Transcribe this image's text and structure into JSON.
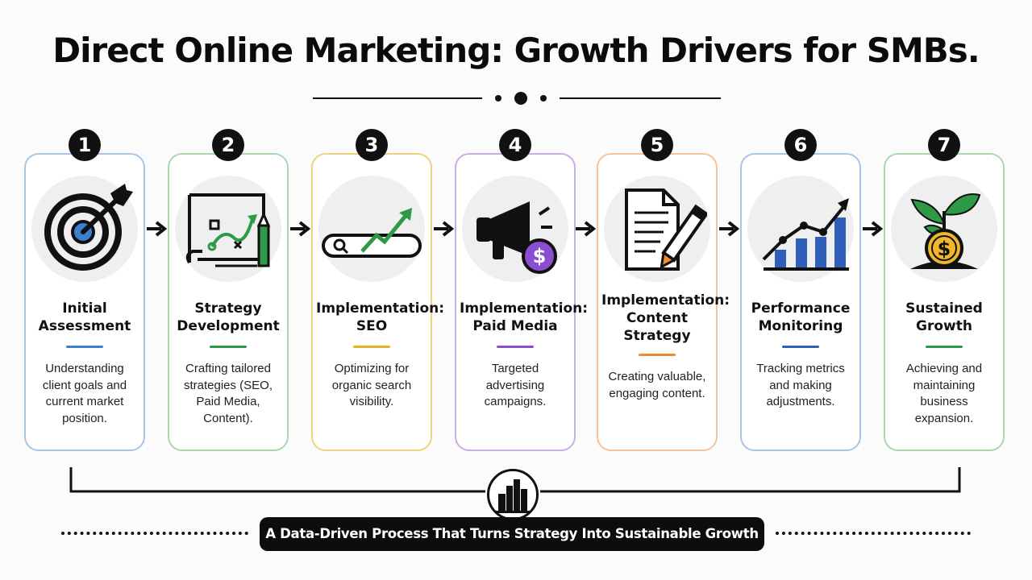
{
  "title": "Direct Online Marketing: Growth Drivers for SMBs.",
  "steps": [
    {
      "number": "1",
      "title": "Initial Assessment",
      "description": "Understanding client goals and current market position.",
      "color": "#a9c4e6",
      "accent": "#3f7fd0",
      "icon": "target-icon"
    },
    {
      "number": "2",
      "title": "Strategy Development",
      "description": "Crafting tailored strategies (SEO, Paid Media, Content).",
      "color": "#a9d7b0",
      "accent": "#2e9a48",
      "icon": "blueprint-icon"
    },
    {
      "number": "3",
      "title": "Implementation: SEO",
      "description": "Optimizing for organic search visibility.",
      "color": "#f1d27a",
      "accent": "#e3b425",
      "icon": "search-growth-icon"
    },
    {
      "number": "4",
      "title": "Implementation: Paid Media",
      "description": "Targeted advertising campaigns.",
      "color": "#c9aee6",
      "accent": "#8a4fd0",
      "icon": "megaphone-dollar-icon"
    },
    {
      "number": "5",
      "title": "Implementation: Content Strategy",
      "description": "Creating valuable, engaging content.",
      "color": "#f4c39a",
      "accent": "#ef8a34",
      "icon": "document-pencil-icon"
    },
    {
      "number": "6",
      "title": "Performance Monitoring",
      "description": "Tracking metrics and making adjustments.",
      "color": "#a9c4e6",
      "accent": "#2f5fb8",
      "icon": "bar-chart-icon"
    },
    {
      "number": "7",
      "title": "Sustained Growth",
      "description": "Achieving and maintaining business expansion.",
      "color": "#a9d7b0",
      "accent": "#2e9a48",
      "icon": "plant-coin-icon"
    }
  ],
  "footer": {
    "banner": "A Data-Driven Process That Turns Strategy Into Sustainable Growth",
    "icon": "city-buildings-icon"
  }
}
